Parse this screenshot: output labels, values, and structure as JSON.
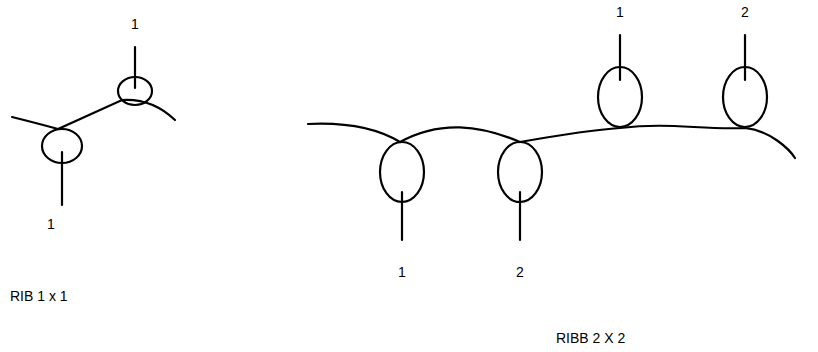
{
  "diagram": {
    "labels": [
      "1",
      "1",
      "RIB 1 x 1",
      "1",
      "2",
      "1",
      "2",
      "RIBB 2 X 2"
    ]
  }
}
